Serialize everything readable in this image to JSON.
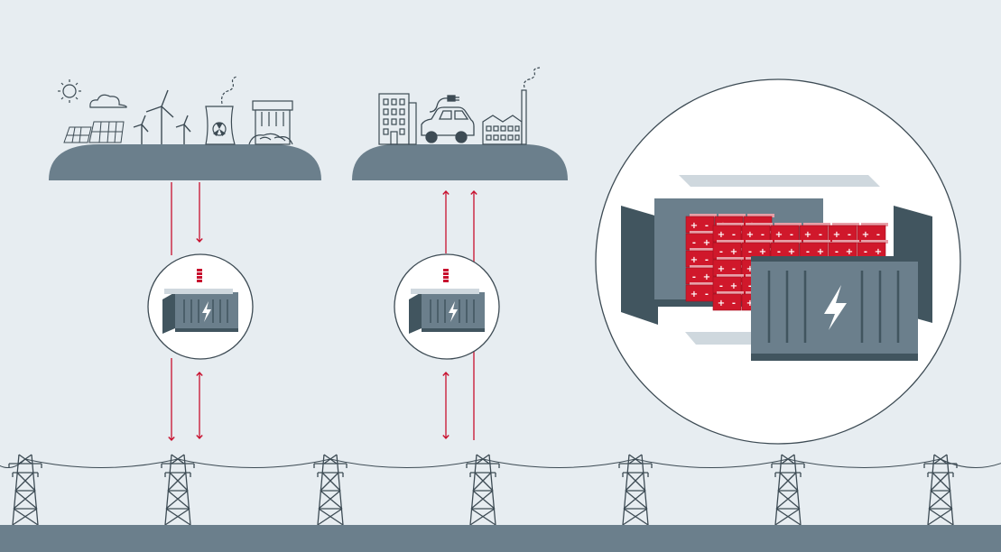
{
  "colors": {
    "background": "#e7edf1",
    "slate": "#6b7f8c",
    "slate_dark": "#41555f",
    "line": "#3d4b54",
    "arrow": "#c8102e",
    "cell_red": "#d0182b",
    "white": "#ffffff",
    "ground": "#6b7f8c"
  },
  "diagram": {
    "generation_island": {
      "name": "energy-generation",
      "icons": [
        "sun-icon",
        "cloud-icon",
        "solar-panel-icon",
        "wind-turbine-icon",
        "nuclear-plant-icon",
        "hydro-dam-icon"
      ]
    },
    "consumption_island": {
      "name": "energy-consumption",
      "icons": [
        "apartment-building-icon",
        "electric-car-icon",
        "plug-icon",
        "factory-icon"
      ]
    },
    "storage_nodes": [
      {
        "name": "storage-node-generation",
        "icon": "battery-container-icon"
      },
      {
        "name": "storage-node-consumption",
        "icon": "battery-container-icon"
      }
    ],
    "detail_view": {
      "name": "battery-container-exploded-view",
      "icons": [
        "container-shell-icon",
        "battery-cell-rack-icon",
        "lightning-bolt-icon"
      ],
      "cell_symbols": [
        "+",
        "-"
      ]
    },
    "grid": {
      "pylon_count": 7,
      "icon": "transmission-tower-icon"
    }
  }
}
